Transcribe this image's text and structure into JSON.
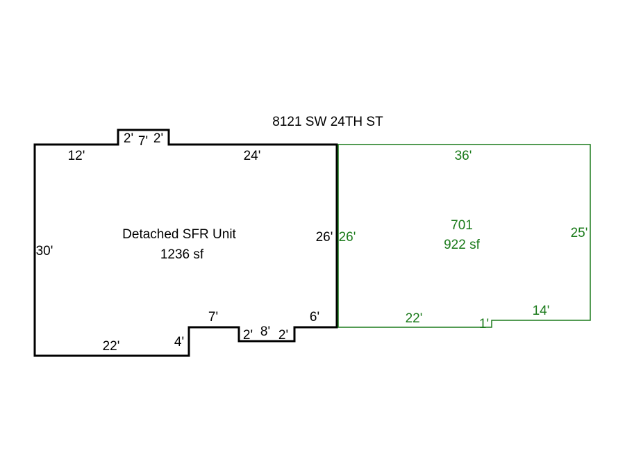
{
  "address": "8121 SW 24TH ST",
  "colors": {
    "main_outline": "#000000",
    "addition_outline": "#1a7a1a",
    "background": "#ffffff"
  },
  "main_unit": {
    "name": "Detached SFR Unit",
    "area": "1236 sf",
    "dims": {
      "top_left": "12'",
      "bump_left": "2'",
      "bump_top": "7'",
      "bump_right": "2'",
      "top_right": "24'",
      "left": "30'",
      "right_inner": "26'",
      "bottom_left": "22'",
      "step_up": "4'",
      "step_top": "7'",
      "notch_left": "2'",
      "notch_bottom": "8'",
      "notch_right": "2'",
      "bottom_right": "6'"
    }
  },
  "addition": {
    "code": "701",
    "area": "922 sf",
    "dims": {
      "top": "36'",
      "left": "26'",
      "right": "25'",
      "bottom_left": "22'",
      "jog": "1'",
      "bottom_right": "14'"
    }
  }
}
